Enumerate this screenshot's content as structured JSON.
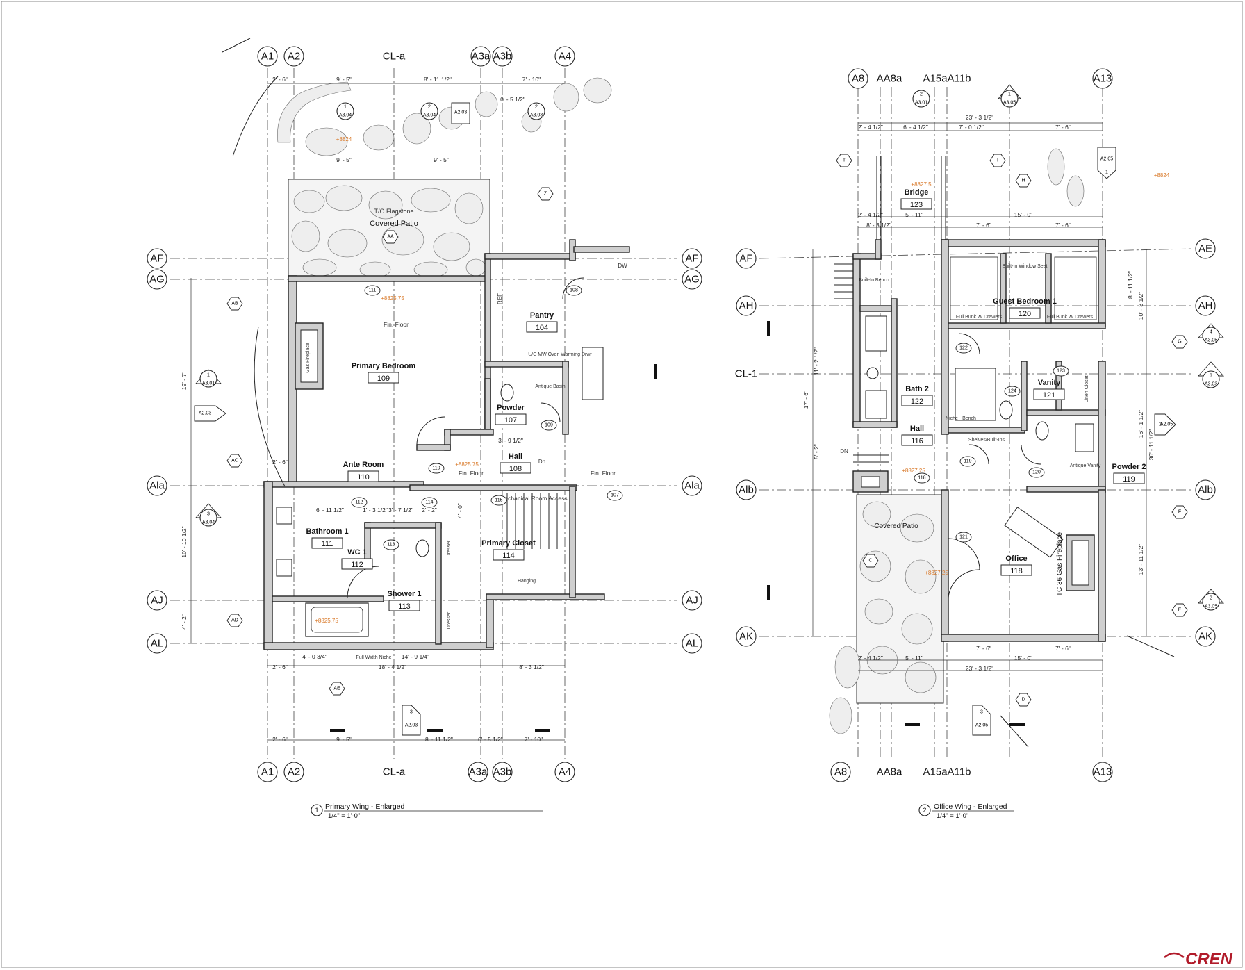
{
  "views": [
    {
      "number": "1",
      "title": "Primary Wing - Enlarged",
      "scale": "1/4\" = 1'-0\"",
      "grid_top": [
        "A1",
        "A2",
        "CL-a",
        "A3a",
        "A3b",
        "A4"
      ],
      "grid_side": [
        "AF",
        "AG",
        "Ala",
        "AJ",
        "AL"
      ],
      "rooms": [
        {
          "name": "Primary Bedroom",
          "number": "109"
        },
        {
          "name": "Pantry",
          "number": "104"
        },
        {
          "name": "Powder",
          "number": "107"
        },
        {
          "name": "Hall",
          "number": "108"
        },
        {
          "name": "Ante Room",
          "number": "110"
        },
        {
          "name": "Bathroom 1",
          "number": "111"
        },
        {
          "name": "WC 1",
          "number": "112"
        },
        {
          "name": "Shower 1",
          "number": "113"
        },
        {
          "name": "Primary Closet",
          "number": "114"
        }
      ],
      "labels": {
        "covered_patio": "Covered Patio",
        "flagstone": "T/O Flagstone",
        "fin_floor": "Fin. Floor",
        "mechanical": "Mechanical Room Access",
        "elevation_a": "+8825.75",
        "elevation_b": "+8825.75",
        "elevation_c": "+8825.75",
        "elevation_d": "+8824",
        "dw": "DW",
        "ref": "REF",
        "dn": "Dn",
        "full_width_niche": "Full Width Niche",
        "antique_basin": "Antique Basin",
        "uc_oven": "U/C MW Oven Warming Drwr",
        "gas_fireplace": "Gas Fireplace",
        "dresser": "Dresser",
        "hanging": "Hanging"
      },
      "dimensions": {
        "top_1": "2' - 6\"",
        "top_2": "9' - 5\"",
        "top_3": "8' - 11 1/2\"",
        "top_4": "7' - 10\"",
        "top_5": "0' - 5 1/2\"",
        "top_6": "9' - 5\"",
        "top_7": "9' - 5\"",
        "bot_1": "2' - 6\"",
        "bot_2": "9' - 5\"",
        "bot_3": "8' - 11 1/2\"",
        "bot_4": "0' - 5 1/2\"",
        "bot_5": "7' - 10\"",
        "bot_6": "18' - 4 1/2\"",
        "bot_7": "8' - 3 1/2\"",
        "bot_8": "4' - 0 3/4\"",
        "bot_9": "14' - 9 1/4\"",
        "bot_10": "2' - 6\"",
        "left_1": "19' - 7\"",
        "left_2": "10' - 10 1/2\"",
        "left_3": "4' - 2\"",
        "in_1": "6' - 11 1/2\"",
        "in_2": "1' - 3 1/2\"",
        "in_3": "3' - 7 1/2\"",
        "in_4": "2' - 2\"",
        "in_5": "3' - 9 1/2\"",
        "in_6": "2' - 6\"",
        "in_7": "4' - 0\""
      },
      "door_tags": [
        "111",
        "108",
        "109",
        "110",
        "112",
        "113",
        "114",
        "115",
        "107"
      ],
      "tags": {
        "aa": "AA",
        "ab": "AB",
        "ac": "AC",
        "ad": "AD",
        "ae": "AE",
        "z": "Z",
        "sec_a301": "A3.01",
        "sec_a304a": "A3.04",
        "sec_a304b": "A3.04",
        "sec_a203": "A2.03",
        "sec_a303": "A3.03",
        "sec_a203b": "A2.03",
        "sec_a203c": "A2.03",
        "n1": "1",
        "n2": "2",
        "n3": "3"
      }
    },
    {
      "number": "2",
      "title": "Office Wing - Enlarged",
      "scale": "1/4\" = 1'-0\"",
      "grid_top": [
        "A8",
        "AA8a",
        "A15aA11b",
        "A13"
      ],
      "grid_side_left": [
        "AF",
        "AH",
        "CL-1",
        "Alb",
        "AK"
      ],
      "grid_side_right": [
        "AE",
        "AH",
        "Alb",
        "AK"
      ],
      "rooms": [
        {
          "name": "Bridge",
          "number": "123"
        },
        {
          "name": "Guest Bedroom 1",
          "number": "120"
        },
        {
          "name": "Bath 2",
          "number": "122"
        },
        {
          "name": "Vanity",
          "number": "121"
        },
        {
          "name": "Hall",
          "number": "116"
        },
        {
          "name": "Powder 2",
          "number": "119"
        },
        {
          "name": "Office",
          "number": "118"
        }
      ],
      "labels": {
        "covered_patio": "Covered Patio",
        "fireplace": "TC 36 Gas Fireplace",
        "elevation_a": "+8827.5",
        "elevation_b": "+8827.25",
        "elevation_c": "+8827.25",
        "elevation_d": "+8824",
        "built_in_bench": "Built-In Bench",
        "window_seat": "Built-In Window Seat",
        "bunk_a": "Full Bunk w/ Drawers",
        "bunk_b": "Full Bunk w/ Drawers",
        "shelves": "Shelves/Built-Ins",
        "linen": "Linen Closet",
        "antique_vanity": "Antique Vanity",
        "niche": "Niche",
        "bench": "Bench",
        "dn": "DN"
      },
      "dimensions": {
        "top_1": "23' - 3 1/2\"",
        "top_2": "2' - 4 1/2\"",
        "top_3": "6' - 4 1/2\"",
        "top_4": "7' - 0 1/2\"",
        "top_5": "7' - 6\"",
        "top_6": "2' - 4 1/2\"",
        "top_7": "5' - 11\"",
        "top_8": "15' - 0\"",
        "top_9": "8' - 3 1/2\"",
        "top_10": "7' - 6\"",
        "top_11": "7' - 6\"",
        "bot_1": "2' - 4 1/2\"",
        "bot_2": "5' - 11\"",
        "bot_3": "15' - 0\"",
        "bot_4": "23' - 3 1/2\"",
        "bot_5": "7' - 6\"",
        "bot_6": "7' - 6\"",
        "left_1": "17' - 6\"",
        "left_2": "11' - 2 1/2\"",
        "left_3": "5' - 2\"",
        "right_1": "36' - 11 1/2\"",
        "right_2": "16' - 1 1/2\"",
        "right_3": "13' - 11 1/2\"",
        "right_4": "8' - 11 1/2\"",
        "right_5": "10' - 8 1/2\""
      },
      "door_tags": [
        "122",
        "123",
        "124",
        "119",
        "120",
        "118",
        "121"
      ],
      "tags": {
        "t": "T",
        "i": "I",
        "h": "H",
        "g": "G",
        "f": "F",
        "e": "E",
        "c": "C",
        "d": "D",
        "sec_a301": "A3.01",
        "sec_a305a": "A3.05",
        "sec_a305b": "A3.05",
        "sec_a303": "A3.03",
        "sec_a305c": "A3.05",
        "sec_a205a": "A2.05",
        "sec_a205b": "A2.05",
        "sec_a205c": "A2.05",
        "n1": "1",
        "n2": "2",
        "n3": "3",
        "n4": "4"
      }
    }
  ],
  "logo": "CREN"
}
